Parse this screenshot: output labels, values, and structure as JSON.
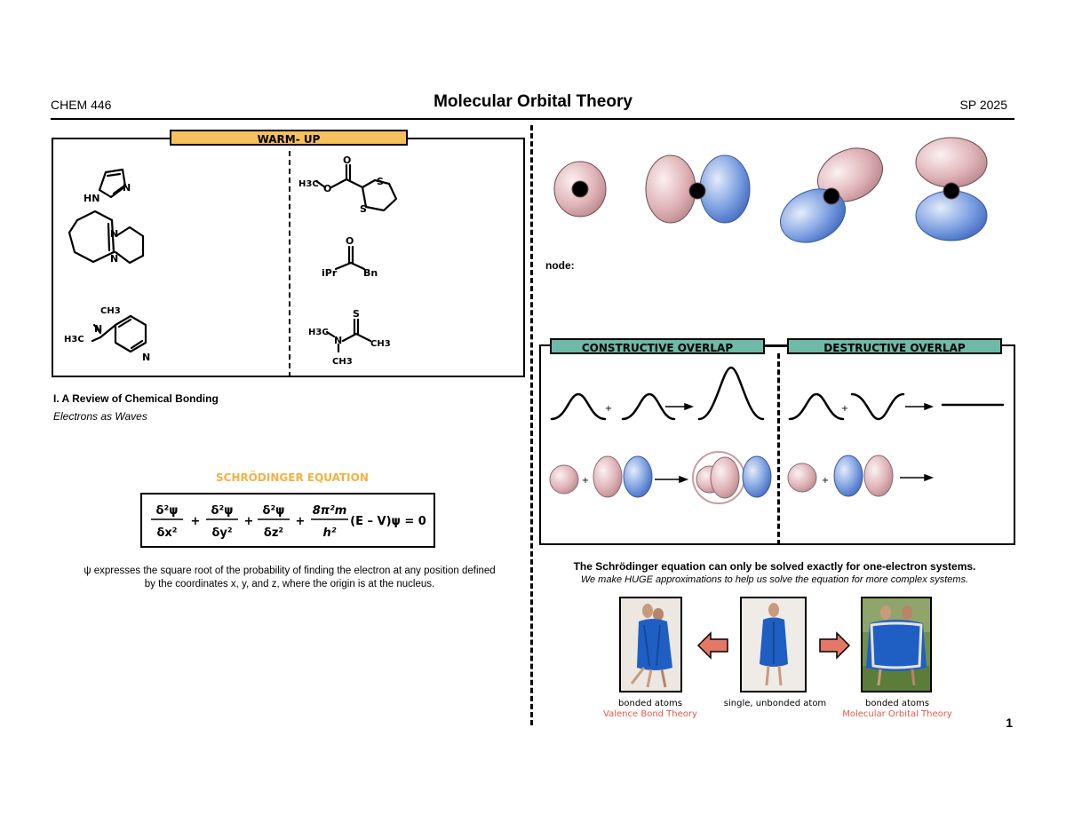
{
  "header": {
    "course": "CHEM 446",
    "title": "Molecular Orbital Theory",
    "term": "SP 2025"
  },
  "warmup": {
    "label": "WARM- UP",
    "atoms": {
      "hn": "HN",
      "n": "N",
      "o": "O",
      "s": "S",
      "ch3": "CH3",
      "h3c": "H3C",
      "ipr": "iPr",
      "bn": "Bn"
    }
  },
  "section": {
    "title": "I. A Review of Chemical Bonding",
    "subtitle": "Electrons as Waves"
  },
  "schrodinger": {
    "heading": "SCHRÖDINGER EQUATION",
    "term1_num": "δ²ψ",
    "term1_den": "δx²",
    "term2_num": "δ²ψ",
    "term2_den": "δy²",
    "term3_num": "δ²ψ",
    "term3_den": "δz²",
    "term4_num": "8π²m",
    "term4_den": "h²",
    "plus": "+",
    "tail": "(E – V)ψ = 0",
    "explanation_line1": "ψ expresses the square root of the probability of finding the electron at any position defined",
    "explanation_line2": "by the coordinates x, y, and z, where the origin is at the nucleus."
  },
  "orbitals": {
    "node_label": "node:"
  },
  "overlap": {
    "constructive_label": "CONSTRUCTIVE OVERLAP",
    "destructive_label": "DESTRUCTIVE OVERLAP",
    "plus": "+"
  },
  "notes": {
    "bold": "The Schrödinger equation can only be solved exactly for one-electron systems.",
    "italic": "We make HUGE approximations to help us solve the equation for more complex systems."
  },
  "photos": {
    "left_caption": "bonded atoms",
    "left_theory": "Valence Bond Theory",
    "middle_caption": "single, unbonded atom",
    "right_caption": "bonded atoms",
    "right_theory": "Molecular Orbital Theory"
  },
  "colors": {
    "warmup_tag": "#f6c15c",
    "overlap_tag": "#6fb9a8",
    "heading_orange": "#f2b144",
    "theory_red": "#e0574c",
    "lobe_pink": "#d9a9ad",
    "lobe_blue": "#5d86d6",
    "robe_blue": "#1f5fc4"
  },
  "page_number": "1"
}
